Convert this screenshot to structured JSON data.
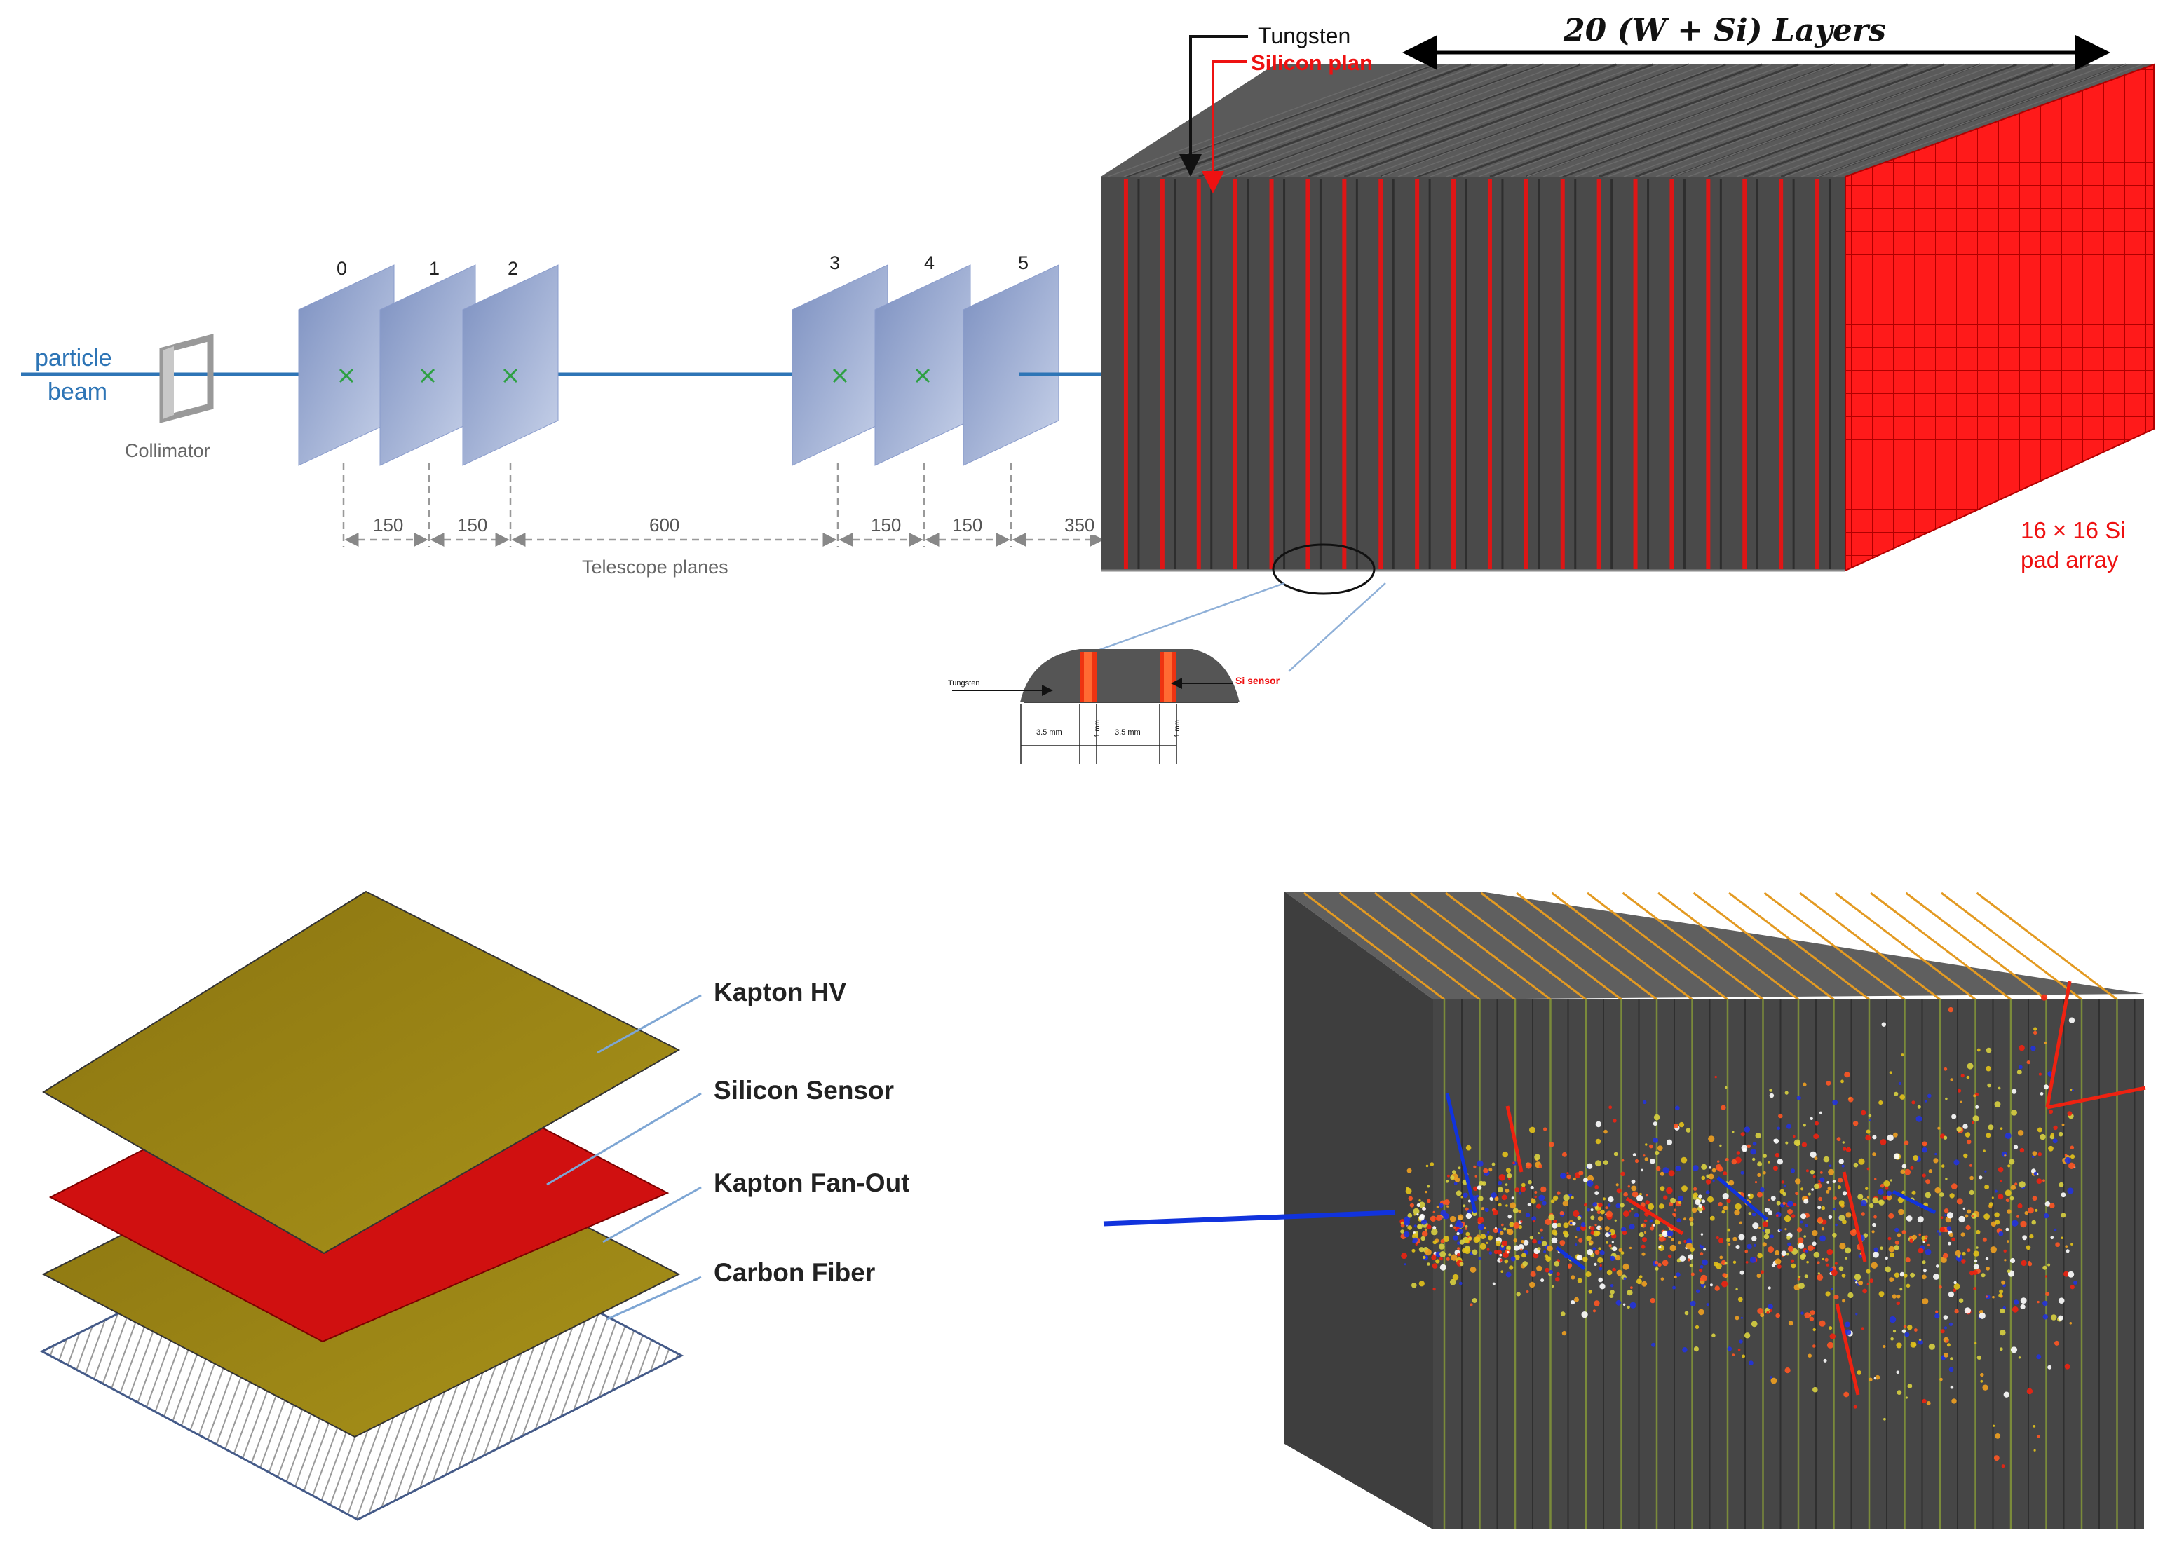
{
  "beam": {
    "label_line1": "particle",
    "label_line2": "beam",
    "color": "#2e75b6"
  },
  "collimator": {
    "label": "Collimator"
  },
  "telescope": {
    "plane_numbers": [
      "0",
      "1",
      "2",
      "3",
      "4",
      "5"
    ],
    "spacings": [
      "150",
      "150",
      "600",
      "150",
      "150",
      "350"
    ],
    "caption": "Telescope planes",
    "hit_marker_color": "#2ea043"
  },
  "calorimeter": {
    "tungsten_label": "Tungsten",
    "silicon_label": "Silicon plan",
    "layers_label": "20 (W + Si) Layers",
    "pad_array_line1": "16 × 16 Si",
    "pad_array_line2": "pad array",
    "tungsten_color": "#4a4a4a",
    "silicon_color": "#ee1111"
  },
  "detail": {
    "tungsten_label": "Tungsten",
    "si_sensor_label": "Si sensor",
    "dims": [
      "3.5 mm",
      "1 mm",
      "3.5 mm",
      "1 mm"
    ]
  },
  "layer_stack": {
    "labels": [
      "Kapton HV",
      "Silicon Sensor",
      "Kapton Fan-Out",
      "Carbon Fiber"
    ],
    "kapton_color": "#a08a12",
    "sensor_color": "#d01010"
  }
}
